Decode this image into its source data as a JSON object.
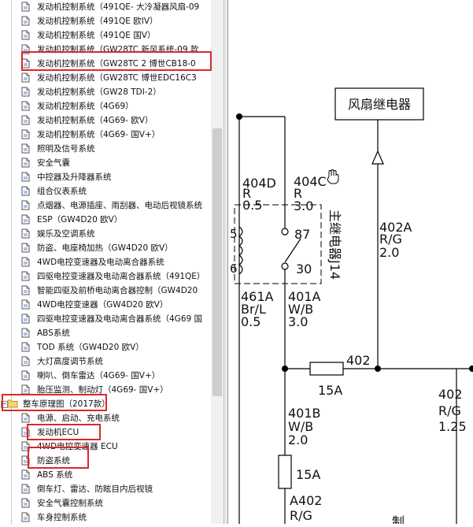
{
  "tree": {
    "items": [
      {
        "label": "发动机控制系统（491QE- 大冷凝器风扇-09"
      },
      {
        "label": "发动机控制系统（491QE 欧IV）"
      },
      {
        "label": "发动机控制系统（491QE 国V）"
      },
      {
        "label": "发动机控制系统（GW28TC 新风系统-09 款"
      },
      {
        "label": "发动机控制系统（GW28TC 2 博世CB18-0"
      },
      {
        "label": "发动机控制系统（GW28TC 博世EDC16C3"
      },
      {
        "label": "发动机控制系统（GW28 TDI-2）"
      },
      {
        "label": "发动机控制系统（4G69）"
      },
      {
        "label": "发动机控制系统（4G69- 欧V）"
      },
      {
        "label": "发动机控制系统（4G69- 国V+）"
      },
      {
        "label": "照明及信号系统"
      },
      {
        "label": "安全气囊"
      },
      {
        "label": "中控器及升降器系统"
      },
      {
        "label": "组合仪表系统"
      },
      {
        "label": "点烟器、电源插座、雨刮器、电动后视镜系统"
      },
      {
        "label": "ESP（GW4D20 欧V）"
      },
      {
        "label": "娱乐及空调系统"
      },
      {
        "label": "防盗、电座椅加热（GW4D20 欧V）"
      },
      {
        "label": "4WD电控变速器及电动离合器系统"
      },
      {
        "label": "四驱电控变速器及电动离合器系统（491QE）"
      },
      {
        "label": "智能四驱及前桥电动离合器控制（GW4D20"
      },
      {
        "label": "4WD电控变速器（GW4D20 欧V）"
      },
      {
        "label": "四驱电控变速器及电动离合器系统（4G69 国"
      },
      {
        "label": "ABS系统"
      },
      {
        "label": "TOD 系统（GW4D20 欧V）"
      },
      {
        "label": "大灯高度调节系统"
      },
      {
        "label": "喇叭、倒车雷达（4G69- 国V+）"
      },
      {
        "label": "胎压监测、制动灯（4G69- 国V+）"
      }
    ],
    "folder": {
      "label": "整车原理图（2017款）"
    },
    "sub_items": [
      {
        "label": "电源、启动、充电系统"
      },
      {
        "label": "发动机ECU"
      },
      {
        "label": "4WD电控变速器 ECU"
      },
      {
        "label": "防盗系统"
      },
      {
        "label": "ABS 系统"
      },
      {
        "label": "倒车灯、雷达、防眩目内后视镜"
      },
      {
        "label": "安全气囊控制系统"
      },
      {
        "label": "车身控制系统"
      }
    ]
  },
  "diagram": {
    "relay_box": "风扇继电器",
    "w404D": {
      "id": "404D",
      "color": "R",
      "size": "0.5"
    },
    "w404C": {
      "id": "404C",
      "color": "R",
      "size": "3.0"
    },
    "relay_label": "主继电器J14",
    "pin87": "87",
    "pin30": "30",
    "pin5": "5",
    "pin6": "6",
    "w402A": {
      "id": "402A",
      "color": "R/G",
      "size": "2.0"
    },
    "w461A": {
      "id": "461A",
      "color": "Br/L",
      "size": "0.5"
    },
    "w401A": {
      "id": "401A",
      "color": "W/B",
      "size": "3.0"
    },
    "node402": "402",
    "fuse1": "15A",
    "w401B": {
      "id": "401B",
      "color": "W/B",
      "size": "2.0"
    },
    "fuse2": "15A",
    "w402": {
      "id": "402",
      "color": "R/G",
      "size": "1.25"
    },
    "wA402": {
      "id": "A402",
      "color": "R/G"
    },
    "cut_char": "制"
  }
}
